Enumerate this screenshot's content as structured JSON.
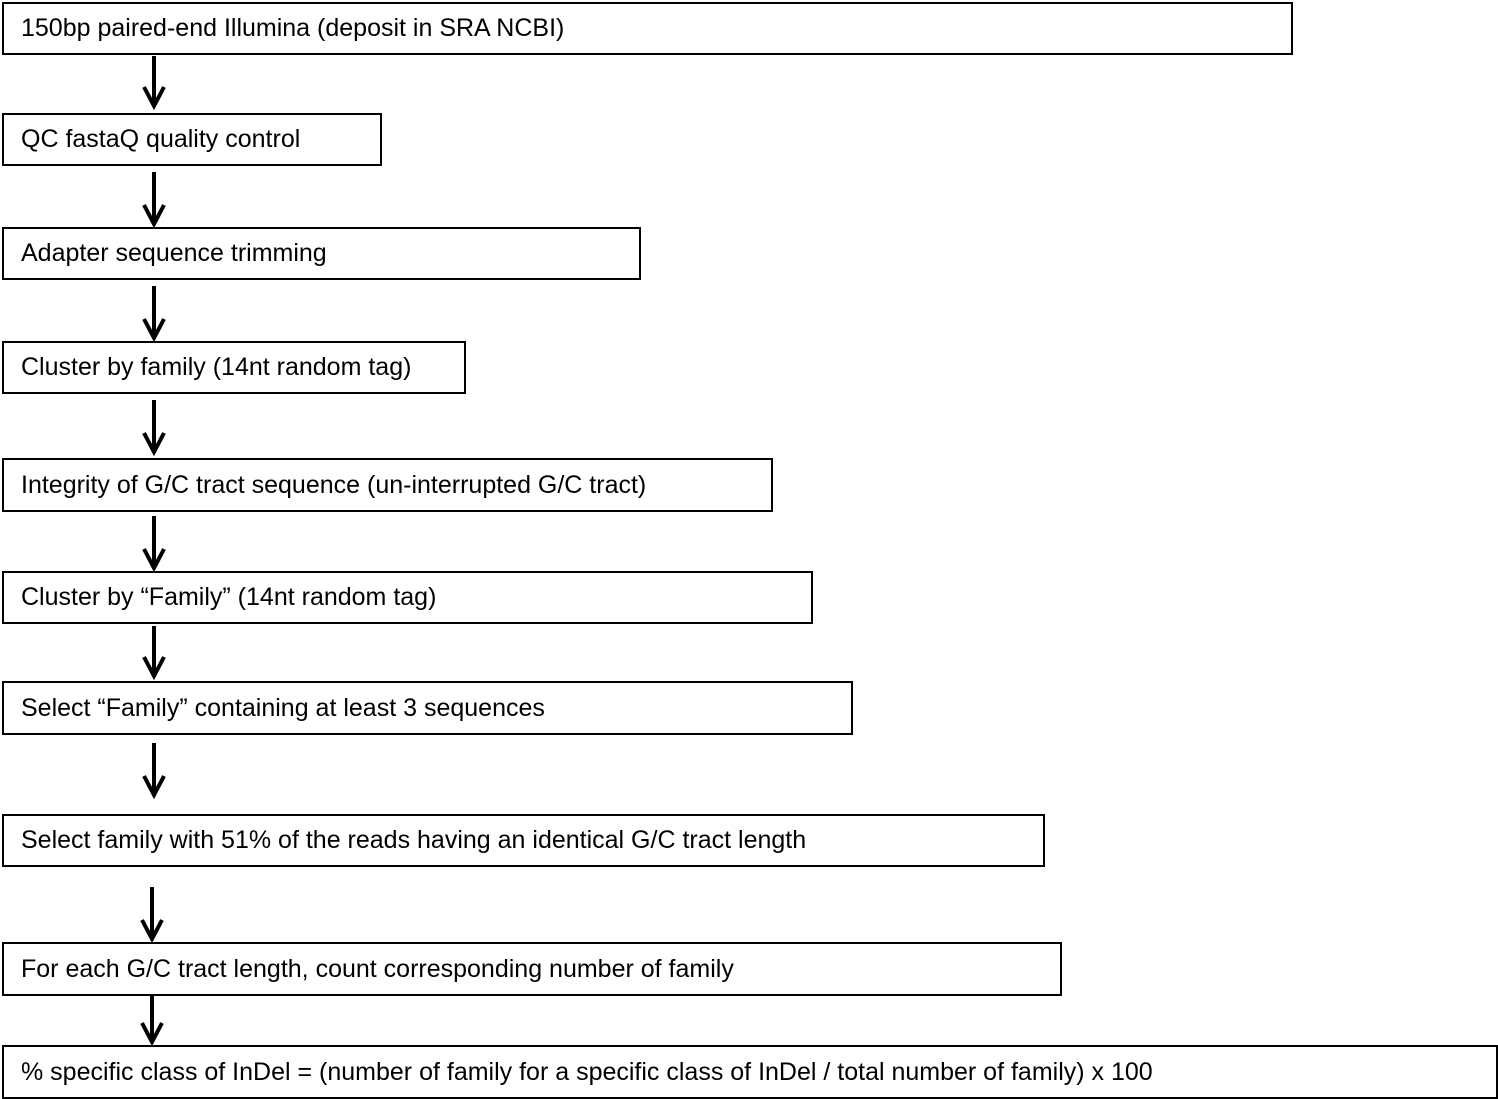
{
  "steps": [
    {
      "label": "150bp paired-end Illumina (deposit in SRA NCBI)"
    },
    {
      "label": "QC fastaQ quality control"
    },
    {
      "label": "Adapter sequence trimming"
    },
    {
      "label": "Cluster by family (14nt random tag)"
    },
    {
      "label": "Integrity of G/C tract sequence (un-interrupted G/C tract)"
    },
    {
      "label": "Cluster by “Family” (14nt random tag)"
    },
    {
      "label": "Select “Family” containing at least 3 sequences"
    },
    {
      "label": "Select family with 51% of the reads having an identical G/C tract length"
    },
    {
      "label": "For each G/C tract length, count corresponding number of family"
    },
    {
      "label": "% specific  class of InDel = (number of family for a specific class of InDel / total number of family) x 100"
    }
  ],
  "colors": {
    "box_border": "#000000",
    "arrow": "#000000",
    "text": "#000000",
    "background": "#ffffff"
  }
}
